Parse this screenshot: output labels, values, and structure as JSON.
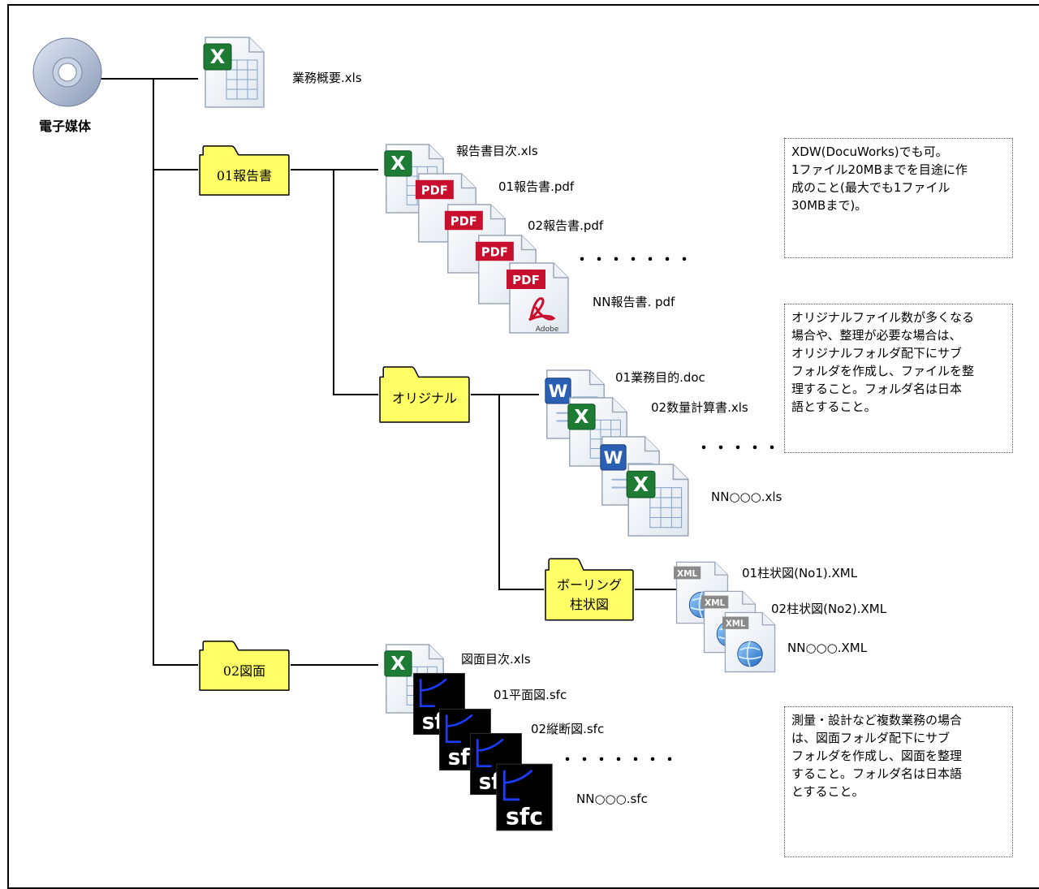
{
  "root": {
    "label": "電子媒体"
  },
  "top_file": {
    "name": "業務概要.xls"
  },
  "folders": {
    "report": "01報告書",
    "original": "オリジナル",
    "boring_line1": "ボーリング",
    "boring_line2": "柱状図",
    "drawing": "02図面"
  },
  "report_files": {
    "index": "報告書目次.xls",
    "f1": "01報告書.pdf",
    "f2": "02報告書.pdf",
    "more": "・・・・・・・",
    "last": "NN報告書. pdf"
  },
  "original_files": {
    "f1": "01業務目的.doc",
    "f2": "02数量計算書.xls",
    "more": "・・・・・・・",
    "last": "NN○○○.xls"
  },
  "boring_files": {
    "f1": "01柱状図(No1).XML",
    "f2": "02柱状図(No2).XML",
    "last": "NN○○○.XML"
  },
  "drawing_files": {
    "index": "図面目次.xls",
    "f1": "01平面図.sfc",
    "f2": "02縦断図.sfc",
    "more": "・・・・・・・",
    "last": "NN○○○.sfc"
  },
  "notes": {
    "pdf": [
      "XDW(DocuWorks)でも可。",
      "1ファイル20MBまでを目途に作",
      "成のこと(最大でも1ファイル",
      "30MBまで)。"
    ],
    "original": [
      "オリジナルファイル数が多くなる",
      "場合や、整理が必要な場合は、",
      "オリジナルフォルダ配下にサブ",
      "フォルダを作成し、ファイルを整",
      "理すること。フォルダ名は日本",
      "語とすること。"
    ],
    "drawing": [
      "測量・設計など複数業務の場合",
      "は、図面フォルダ配下にサブ",
      "フォルダを作成し、図面を整理",
      "すること。フォルダ名は日本語",
      "とすること。"
    ]
  },
  "colors": {
    "folder_fill": "#ffff66",
    "excel_green": "#1e7b34",
    "pdf_red": "#c8102e",
    "word_blue": "#2b5fb4",
    "sfc_black": "#000000"
  }
}
